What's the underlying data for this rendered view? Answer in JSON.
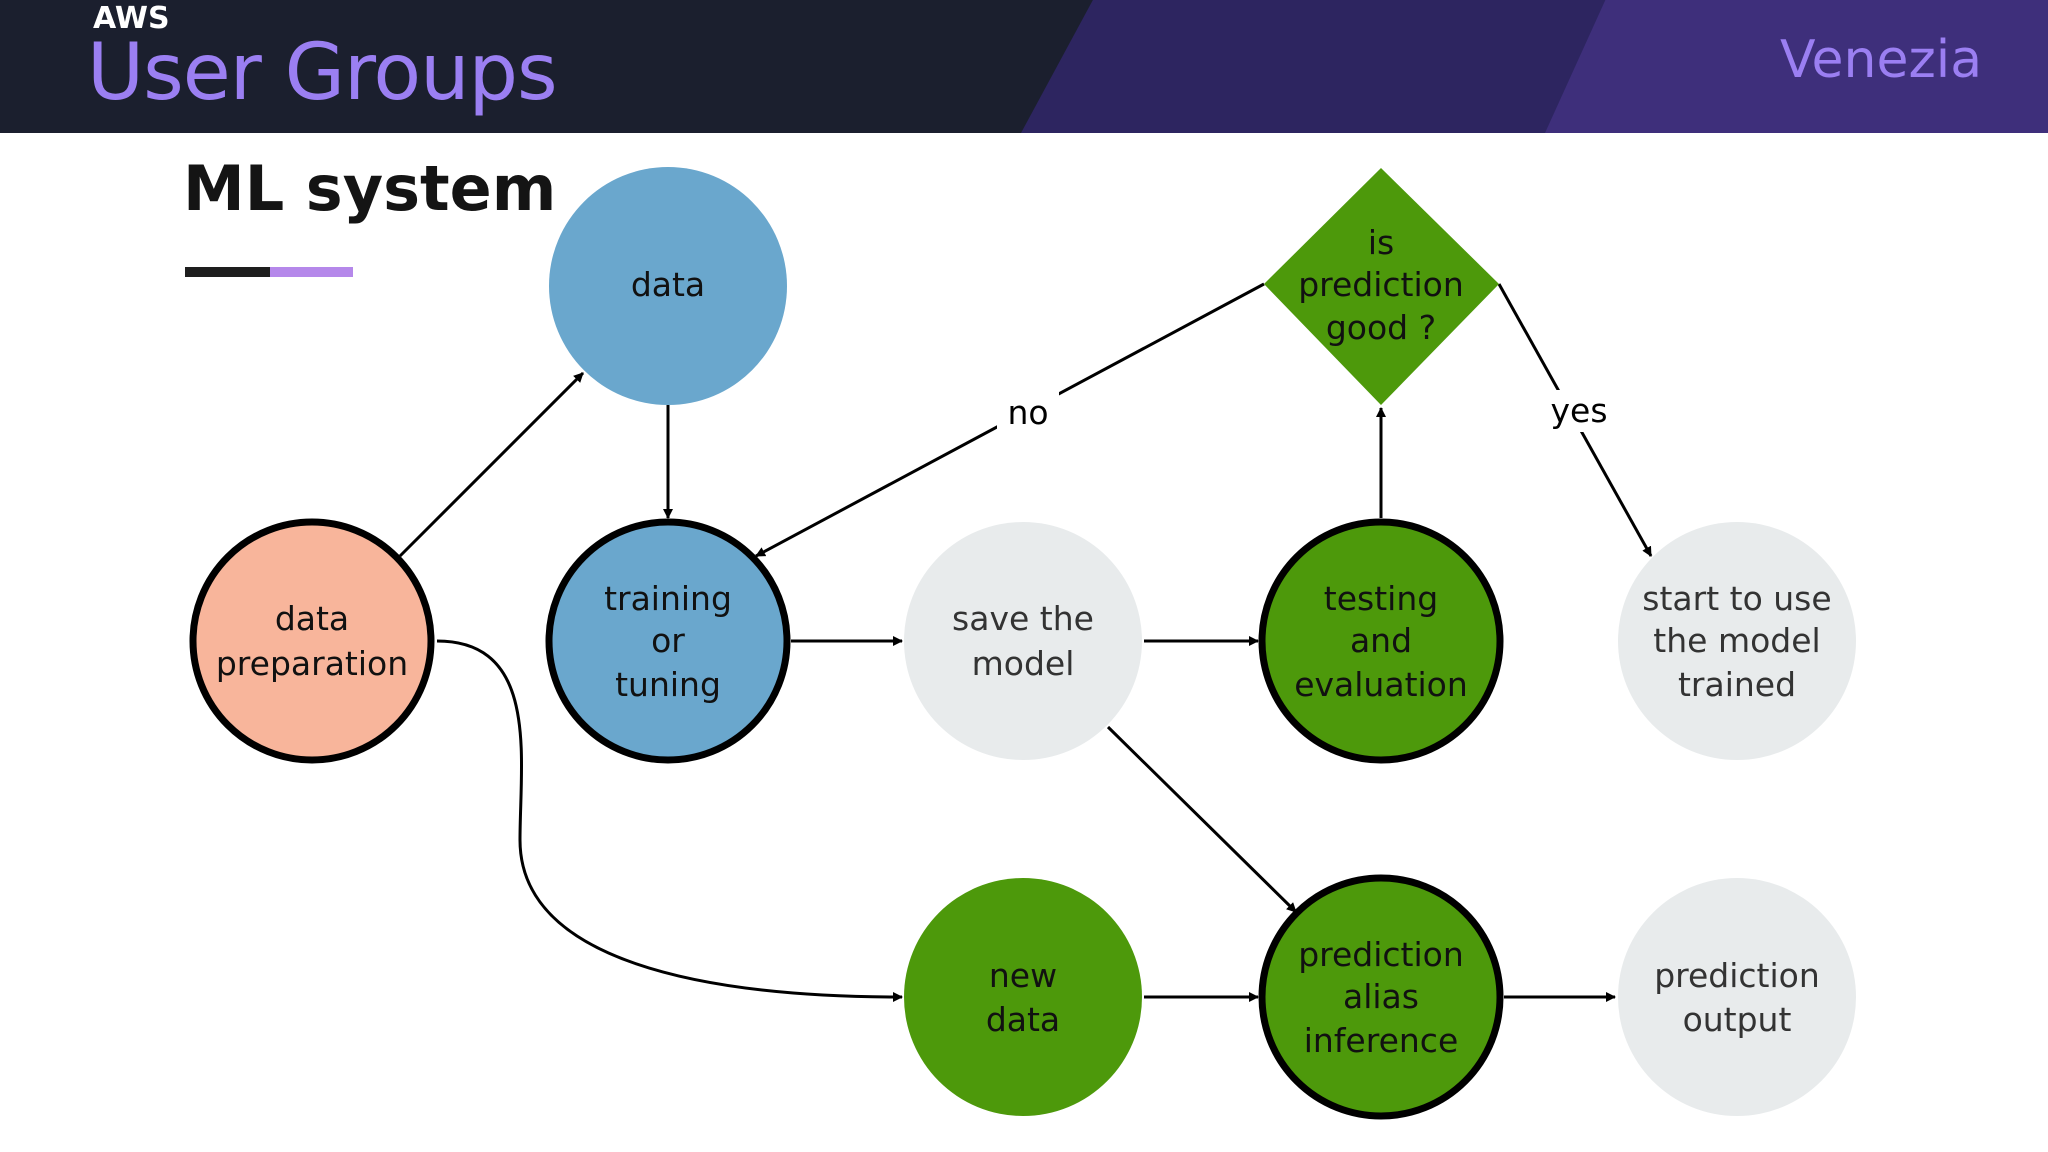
{
  "header": {
    "brand_small": "AWS",
    "brand_large": "User Groups",
    "city": "Venezia"
  },
  "slide": {
    "title": "ML system"
  },
  "diagram": {
    "nodes": {
      "data": {
        "lines": [
          "data"
        ],
        "fill": "#6aa7cd"
      },
      "data_preparation": {
        "lines": [
          "data",
          "preparation"
        ],
        "fill": "#f8b59b"
      },
      "training": {
        "lines": [
          "training",
          "or",
          "tuning"
        ],
        "fill": "#6aa7cd"
      },
      "save_model": {
        "lines": [
          "save the",
          "model"
        ],
        "fill": "#e8ebec"
      },
      "testing": {
        "lines": [
          "testing",
          "and",
          "evaluation"
        ],
        "fill": "#4d990b"
      },
      "decision": {
        "lines": [
          "is",
          "prediction",
          "good ?"
        ],
        "fill": "#4d990b"
      },
      "start_use": {
        "lines": [
          "start to use",
          "the model",
          "trained"
        ],
        "fill": "#e8ebec"
      },
      "new_data": {
        "lines": [
          "new",
          "data"
        ],
        "fill": "#4d990b"
      },
      "prediction_inference": {
        "lines": [
          "prediction",
          "alias",
          "inference"
        ],
        "fill": "#4d990b"
      },
      "prediction_output": {
        "lines": [
          "prediction",
          "output"
        ],
        "fill": "#e8ebec"
      }
    },
    "edge_labels": {
      "no": "no",
      "yes": "yes"
    }
  }
}
